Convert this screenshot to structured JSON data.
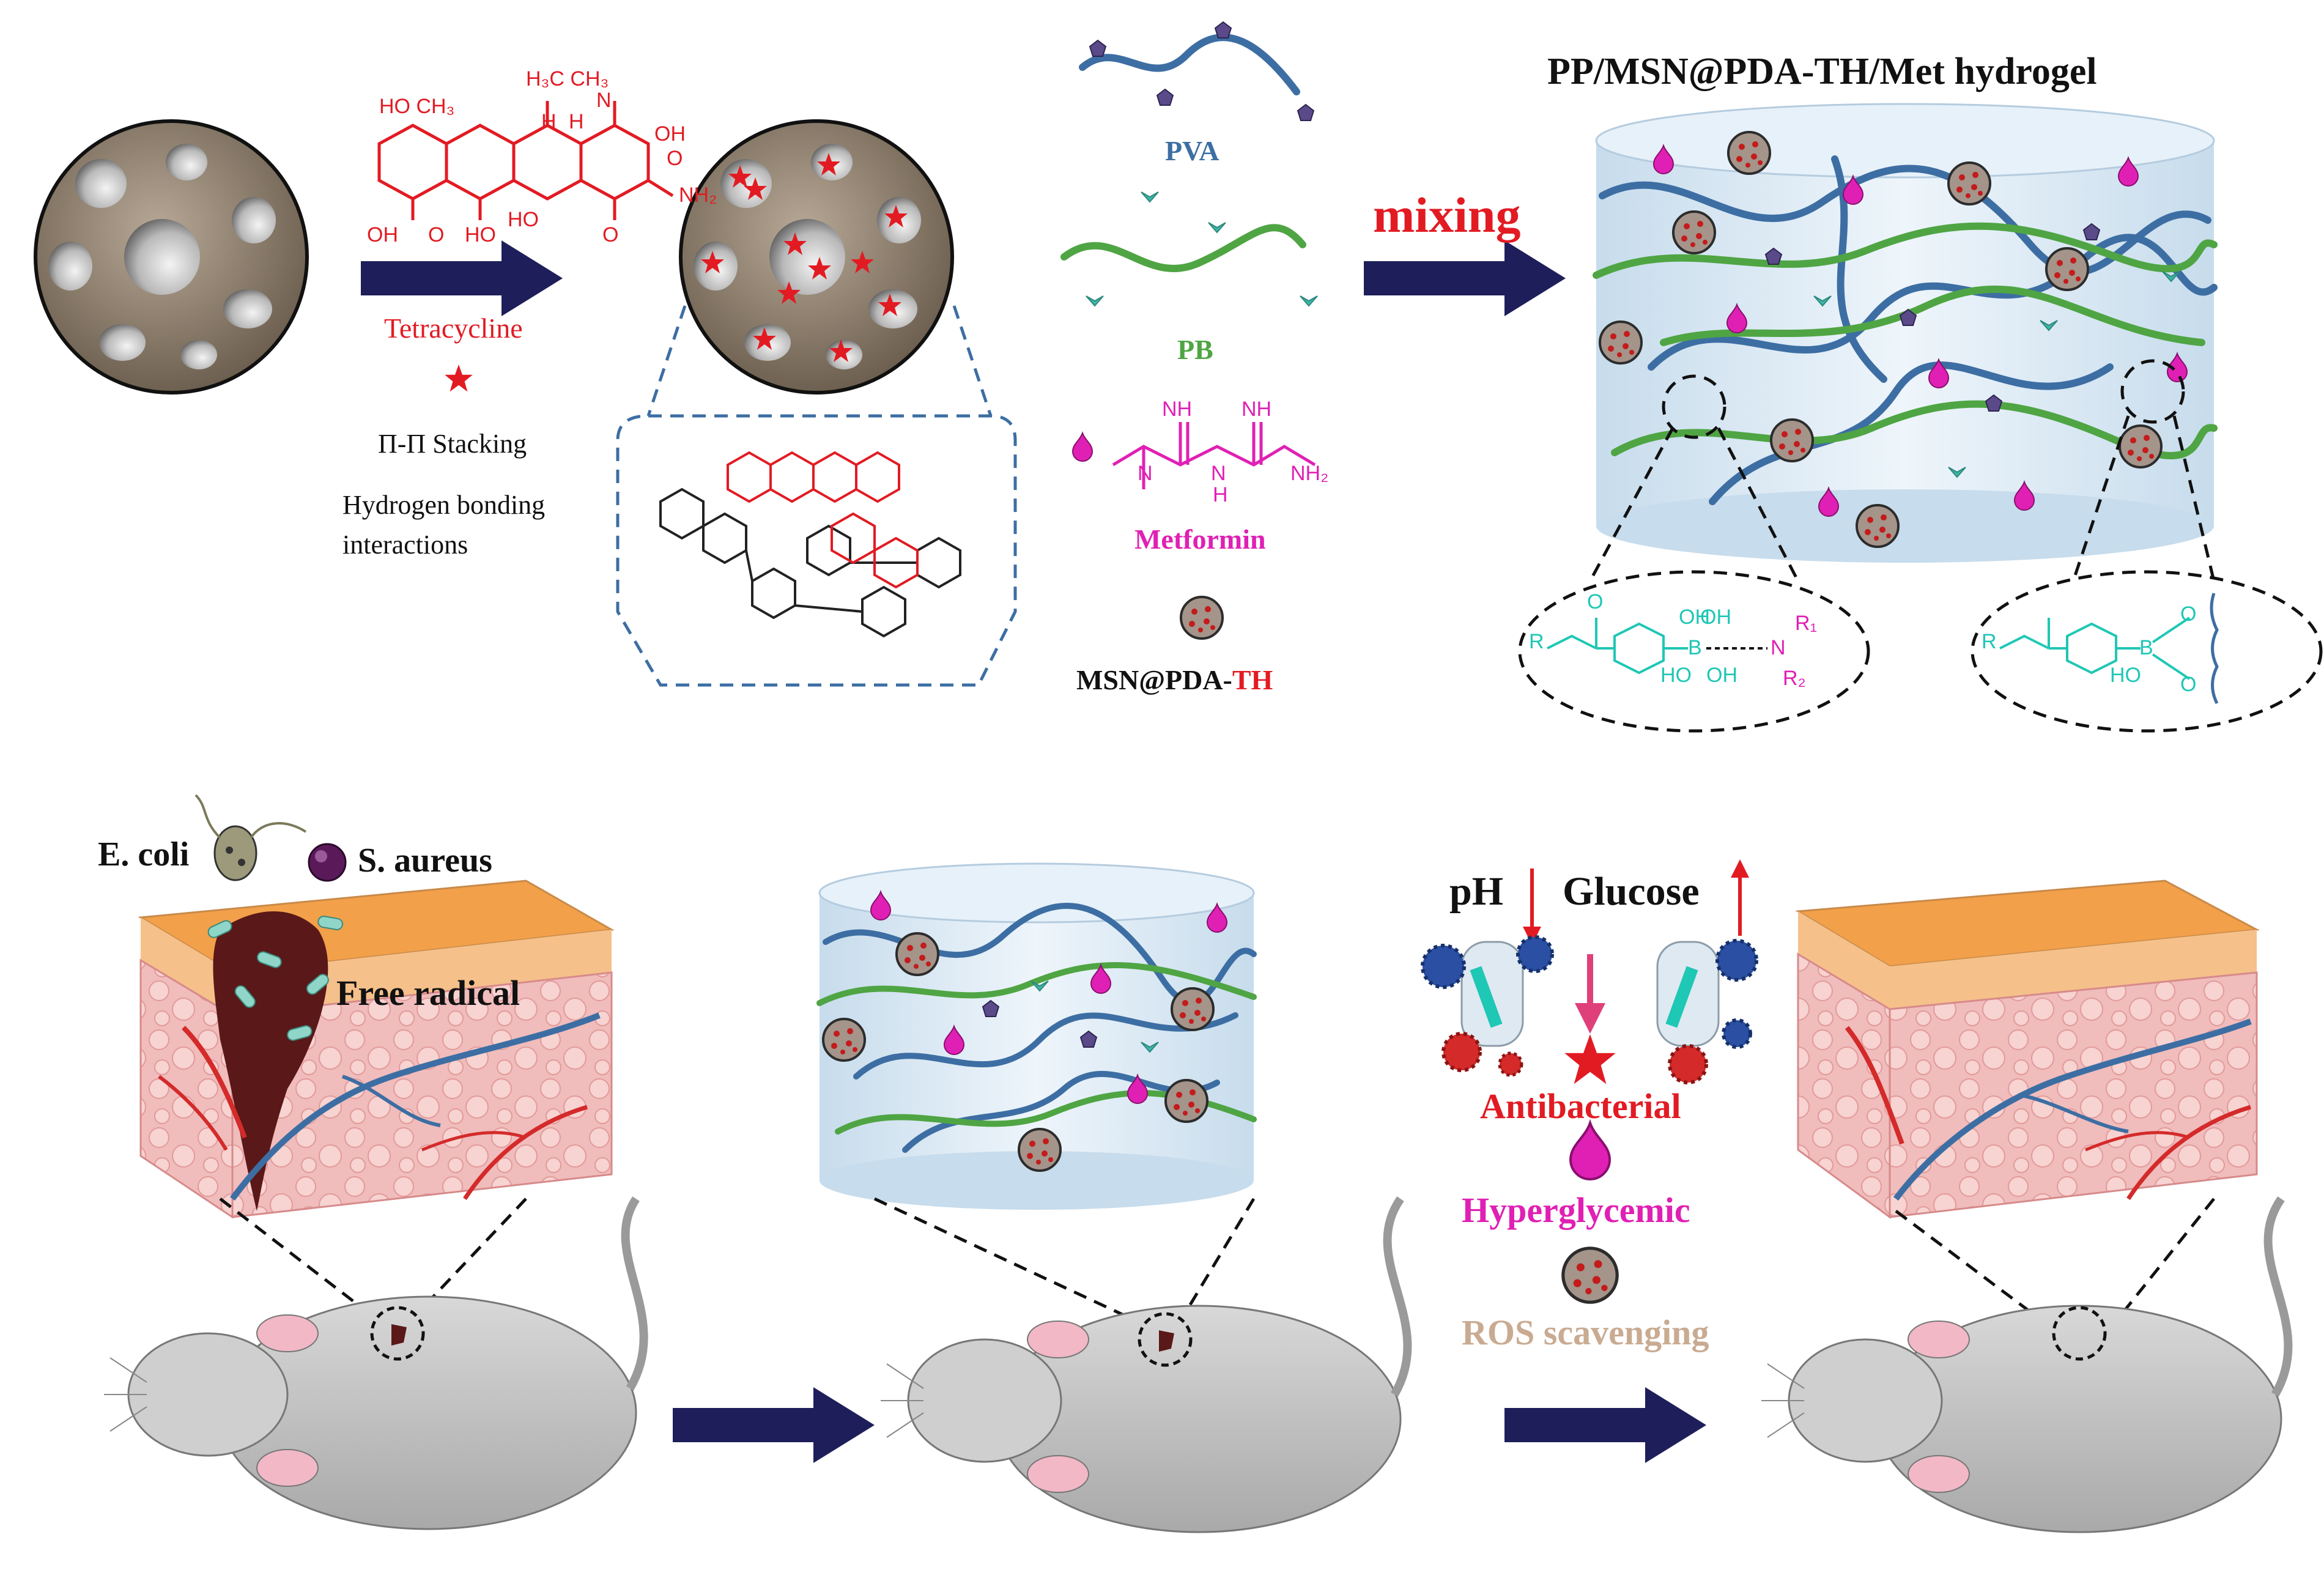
{
  "title": "PP/MSN@PDA-TH/Met hydrogel",
  "top_row": {
    "drug_name": "Tetracycline",
    "interaction_1": "Π-Π Stacking",
    "interaction_2": "Hydrogen bonding",
    "interaction_3": "interactions",
    "pva_label": "PVA",
    "pb_label": "PB",
    "metformin_label": "Metformin",
    "msn_label_prefix": "MSN@PDA-",
    "msn_label_suffix": "TH",
    "mixing_label": "mixing"
  },
  "tetracycline_atoms": {
    "h3c_n_ch3": "H₃C   CH₃",
    "n": "N",
    "ho_ch3": "HO  CH₃",
    "h1": "H",
    "h2": "H",
    "oh_right": "OH",
    "nh2": "NH₂",
    "oh_bottom": "OH",
    "o1": "O",
    "ho1": "HO",
    "ho2": "HO",
    "o2": "O",
    "o3": "O"
  },
  "metformin_atoms": {
    "nh_1": "NH",
    "nh_2": "NH",
    "n_1": "N",
    "n_2": "N",
    "h": "H",
    "nh2": "NH₂"
  },
  "crosslink_atoms": {
    "r": "R",
    "o": "O",
    "b": "B",
    "oh_1": "OH",
    "oh_2": "OH",
    "ho": "HO",
    "oh_3": "OH",
    "n": "N",
    "r1": "R₁",
    "r2": "R₂",
    "o_2": "O",
    "o_3": "O",
    "b_2": "B",
    "ho_2": "HO",
    "r_2": "R"
  },
  "bottom_row": {
    "ecoli_label": "E. coli",
    "saureus_label": "S. aureus",
    "free_radical_label": "Free radical",
    "ph_label": "pH",
    "glucose_label": "Glucose",
    "antibacterial_label": "Antibacterial",
    "hyperglycemic_label": "Hyperglycemic",
    "ros_label": "ROS scavenging"
  },
  "colors": {
    "arrow": "#1e1e5a",
    "red": "#e21b23",
    "pva_blue": "#3d6ea3",
    "pb_green": "#4fa543",
    "magenta": "#e020b4",
    "cyan_struct": "#1fc7b5",
    "skin_orange": "#f2a04a",
    "tissue_pink": "#f2c2c0",
    "msn_brown": "#7a6a5c"
  }
}
